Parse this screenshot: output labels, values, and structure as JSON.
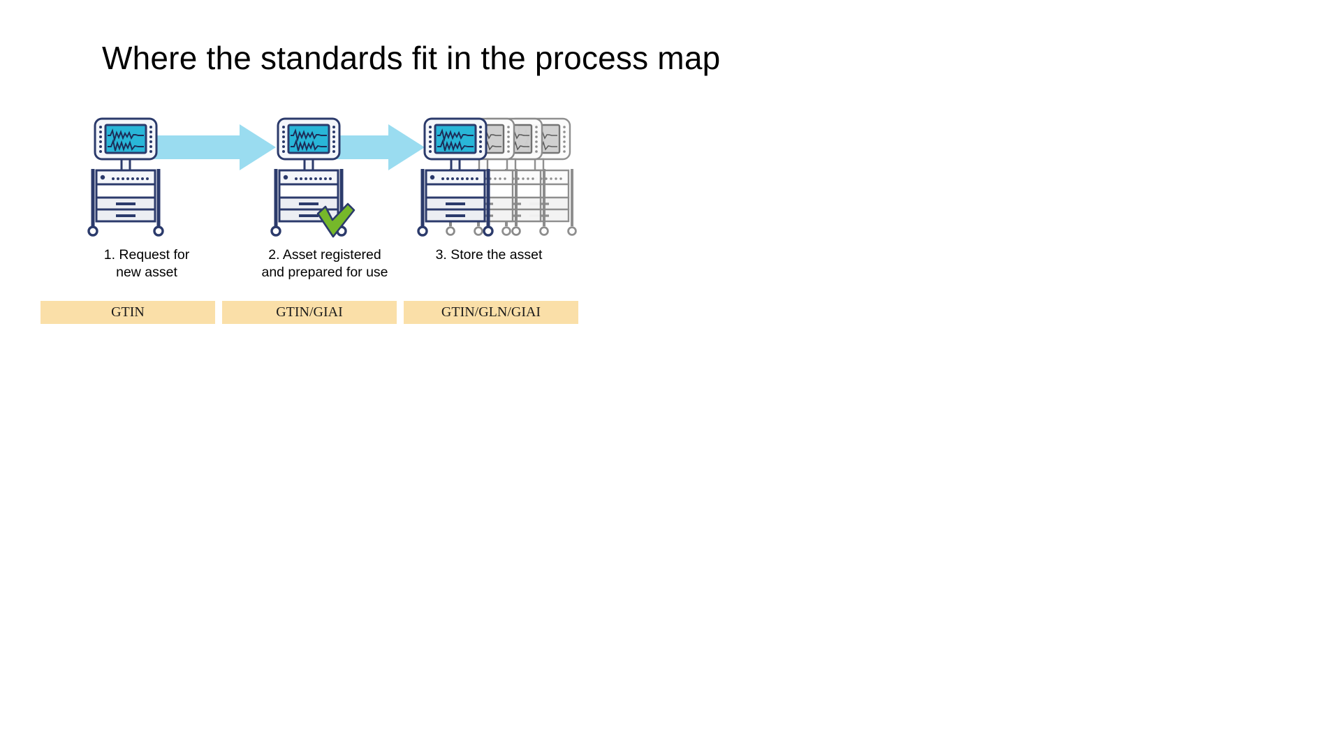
{
  "slide": {
    "title": "Where the standards fit in the process map",
    "background_color": "#ffffff"
  },
  "palette": {
    "outline_navy": "#2b3a6b",
    "screen_cyan": "#29b6d8",
    "arrow_blue": "#9adcf0",
    "check_green": "#76b82a",
    "bar_peach": "#fadfa8",
    "cart_body": "#edeff4",
    "ghost_gray": "#9a9a9a",
    "text_black": "#000000"
  },
  "process": {
    "steps": [
      {
        "number": "1.",
        "caption": "1. Request for\nnew asset",
        "graphic": "medical-equipment-cart",
        "standard": "GTIN"
      },
      {
        "number": "2.",
        "caption": "2. Asset registered\nand prepared for use",
        "graphic": "medical-equipment-cart",
        "standard": "GTIN/GIAI",
        "badge": "green-check-mark"
      },
      {
        "number": "3.",
        "caption": "3. Store the asset",
        "graphic": "medical-equipment-cart-multiple",
        "standard": "GTIN/GLN/GIAI"
      }
    ],
    "arrows": [
      {
        "from": "1",
        "to": "2",
        "shape": "right-arrow",
        "color": "#9adcf0"
      },
      {
        "from": "2",
        "to": "3",
        "shape": "right-arrow",
        "color": "#9adcf0"
      }
    ]
  }
}
